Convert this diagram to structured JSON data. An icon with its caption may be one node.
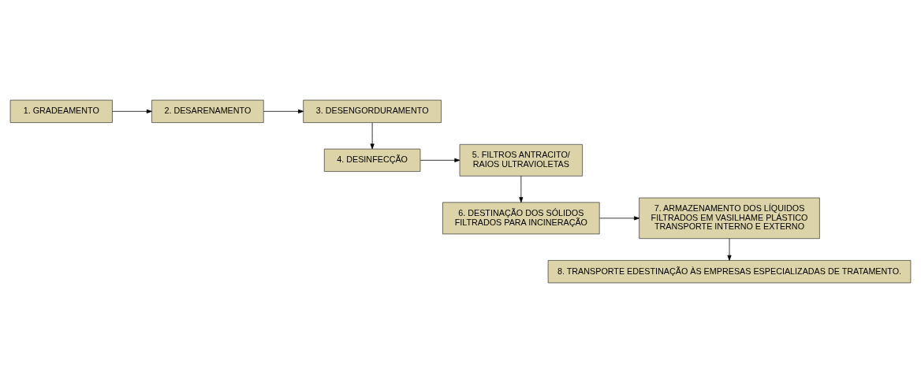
{
  "diagram": {
    "nodes": [
      {
        "text": [
          "1. GRADEAMENTO"
        ]
      },
      {
        "text": [
          "2. DESARENAMENTO"
        ]
      },
      {
        "text": [
          "3. DESENGORDURAMENTO"
        ]
      },
      {
        "text": [
          "4. DESINFECÇÃO"
        ]
      },
      {
        "text": [
          "5. FILTROS ANTRACITO/ RAIOS ULTRAVIOLETAS"
        ]
      },
      {
        "text": [
          "6. DESTINAÇÃO DOS SÓLIDOS FILTRADOS PARA INCINERAÇÃO"
        ]
      },
      {
        "text": [
          "7. ARMAZENAMENTO DOS LÍQUIDOS FILTRADOS EM VASILHAME PLÁSTICO TRANSPORTE INTERNO E EXTERNO"
        ]
      },
      {
        "text": [
          "8. TRANSPORTE EDESTINAÇÃO ÀS EMPRESAS ESPECIALIZADAS DE TRATAMENTO."
        ]
      }
    ],
    "edges": [
      {
        "from": 0,
        "to": 1,
        "arrow": "to"
      },
      {
        "from": 1,
        "to": 2,
        "arrow": "to"
      },
      {
        "from": 2,
        "to": 3,
        "arrow": "to"
      },
      {
        "from": 3,
        "to": 4,
        "arrow": "to"
      },
      {
        "from": 4,
        "to": 5,
        "arrow": "to"
      },
      {
        "from": 5,
        "to": 6,
        "arrow": "to"
      },
      {
        "from": 6,
        "to": 7,
        "arrow": "to"
      }
    ]
  }
}
